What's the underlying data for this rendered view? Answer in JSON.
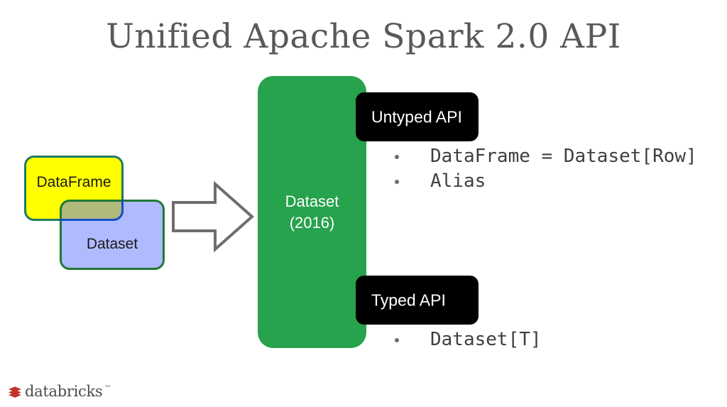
{
  "slide": {
    "title": "Unified Apache Spark 2.0 API",
    "background_color": "#ffffff",
    "title_color": "#595959"
  },
  "legacy_shapes": {
    "dataframe_box": {
      "label": "DataFrame",
      "fill_color": "#FFFF00",
      "border_color": "#1F7A63"
    },
    "dataset_box": {
      "label": "Dataset",
      "fill_color": "#5A6EFF",
      "border_color": "#1F7A35"
    }
  },
  "arrow": {
    "icon": "right-block-arrow-icon",
    "stroke_color": "#6d6d6d",
    "fill_color": "#ffffff"
  },
  "unified_column": {
    "line1": "Dataset",
    "line2": "(2016)",
    "fill_color": "#27A24D",
    "text_color": "#ffffff"
  },
  "api_sections": [
    {
      "pill_label": "Untyped API",
      "pill_bg": "#000000",
      "pill_text_color": "#ffffff",
      "bullets": [
        "DataFrame = Dataset[Row]",
        "Alias"
      ]
    },
    {
      "pill_label": "Typed API",
      "pill_bg": "#000000",
      "pill_text_color": "#ffffff",
      "bullets": [
        "Dataset[T]"
      ]
    }
  ],
  "footer": {
    "logo_mark": "databricks-stacked-layers-icon",
    "logo_mark_color": "#C1352B",
    "wordmark": "databricks",
    "trademark": "™"
  }
}
